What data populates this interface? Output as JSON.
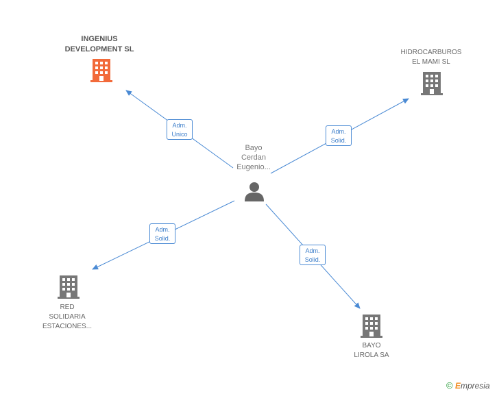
{
  "colors": {
    "edge": "#4a8ad4",
    "building_main": "#f26a3a",
    "building": "#777777",
    "person": "#666666"
  },
  "nodes": {
    "person": {
      "name": "Bayo\nCerdan\nEugenio...",
      "icon": "person-icon"
    },
    "ingenius": {
      "name": "INGENIUS\nDEVELOPMENT SL",
      "icon": "building-icon"
    },
    "hidrocarburos": {
      "name": "HIDROCARBUROS\nEL MAMI SL",
      "icon": "building-icon"
    },
    "red": {
      "name": "RED\nSOLIDARIA\nESTACIONES...",
      "icon": "building-icon"
    },
    "bayo_lirola": {
      "name": "BAYO\nLIROLA SA",
      "icon": "building-icon"
    }
  },
  "edges": {
    "to_ingenius": "Adm.\nUnico",
    "to_hidrocarburos": "Adm.\nSolid.",
    "to_red": "Adm.\nSolid.",
    "to_bayo_lirola": "Adm.\nSolid."
  },
  "brand": {
    "copyright": "©",
    "initial": "E",
    "name": "mpresia"
  }
}
